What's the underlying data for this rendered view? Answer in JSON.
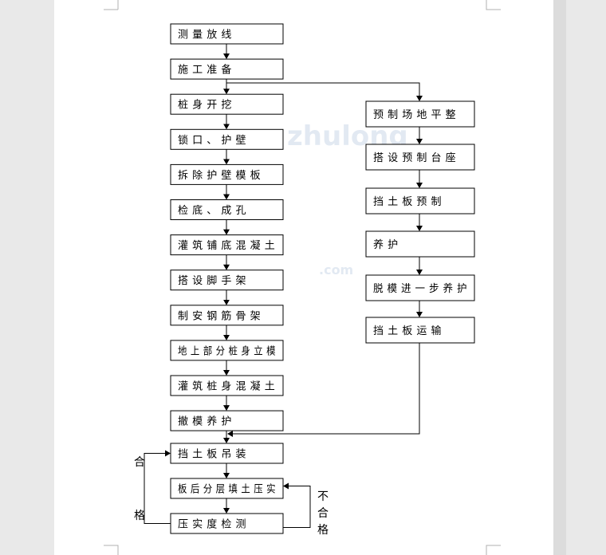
{
  "diagram": {
    "left_column": [
      "测 量 放 线",
      "施 工 准 备",
      "桩 身 开 挖",
      "锁 口 、 护 壁",
      "拆 除 护 壁 模 板",
      "检 底 、 成 孔",
      "灌 筑 铺 底 混 凝 土",
      "搭 设 脚 手 架",
      "制 安 钢 筋 骨 架",
      "地 上 部 分 桩 身 立 模",
      "灌 筑 桩 身 混 凝 土",
      "撤 模 养 护",
      "挡 土 板 吊 装",
      "板 后 分 层 填 土 压 实",
      "压 实 度 检 测"
    ],
    "right_column": [
      "预 制 场 地 平 整",
      "搭 设 预 制 台 座",
      "挡 土 板 预 制",
      "养 护",
      "脱 模 进 一 步 养 护",
      "挡 土 板 运 输"
    ],
    "loop_pass_label": [
      "合",
      "格"
    ],
    "loop_fail_label": [
      "不",
      "合",
      "格"
    ]
  },
  "watermark": [
    "zhulong",
    ".com"
  ],
  "colors": {
    "page": "#ffffff",
    "background": "#e9e9e9",
    "stroke": "#000000"
  }
}
